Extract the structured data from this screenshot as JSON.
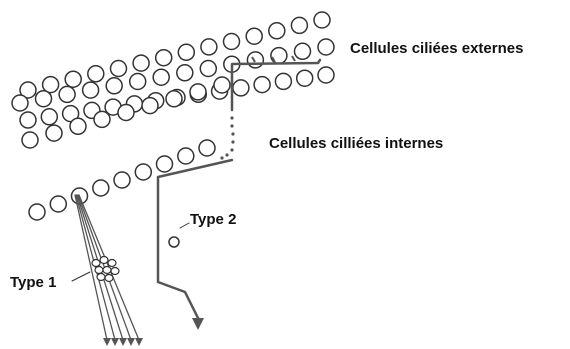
{
  "labels": {
    "outer_hair_cells": "Cellules ciliées externes",
    "inner_hair_cells": "Cellules cilliées internes",
    "type2": "Type 2",
    "type1": "Type 1"
  },
  "colors": {
    "cell_stroke": "#333333",
    "fiber": "#555555",
    "text": "#111111"
  }
}
